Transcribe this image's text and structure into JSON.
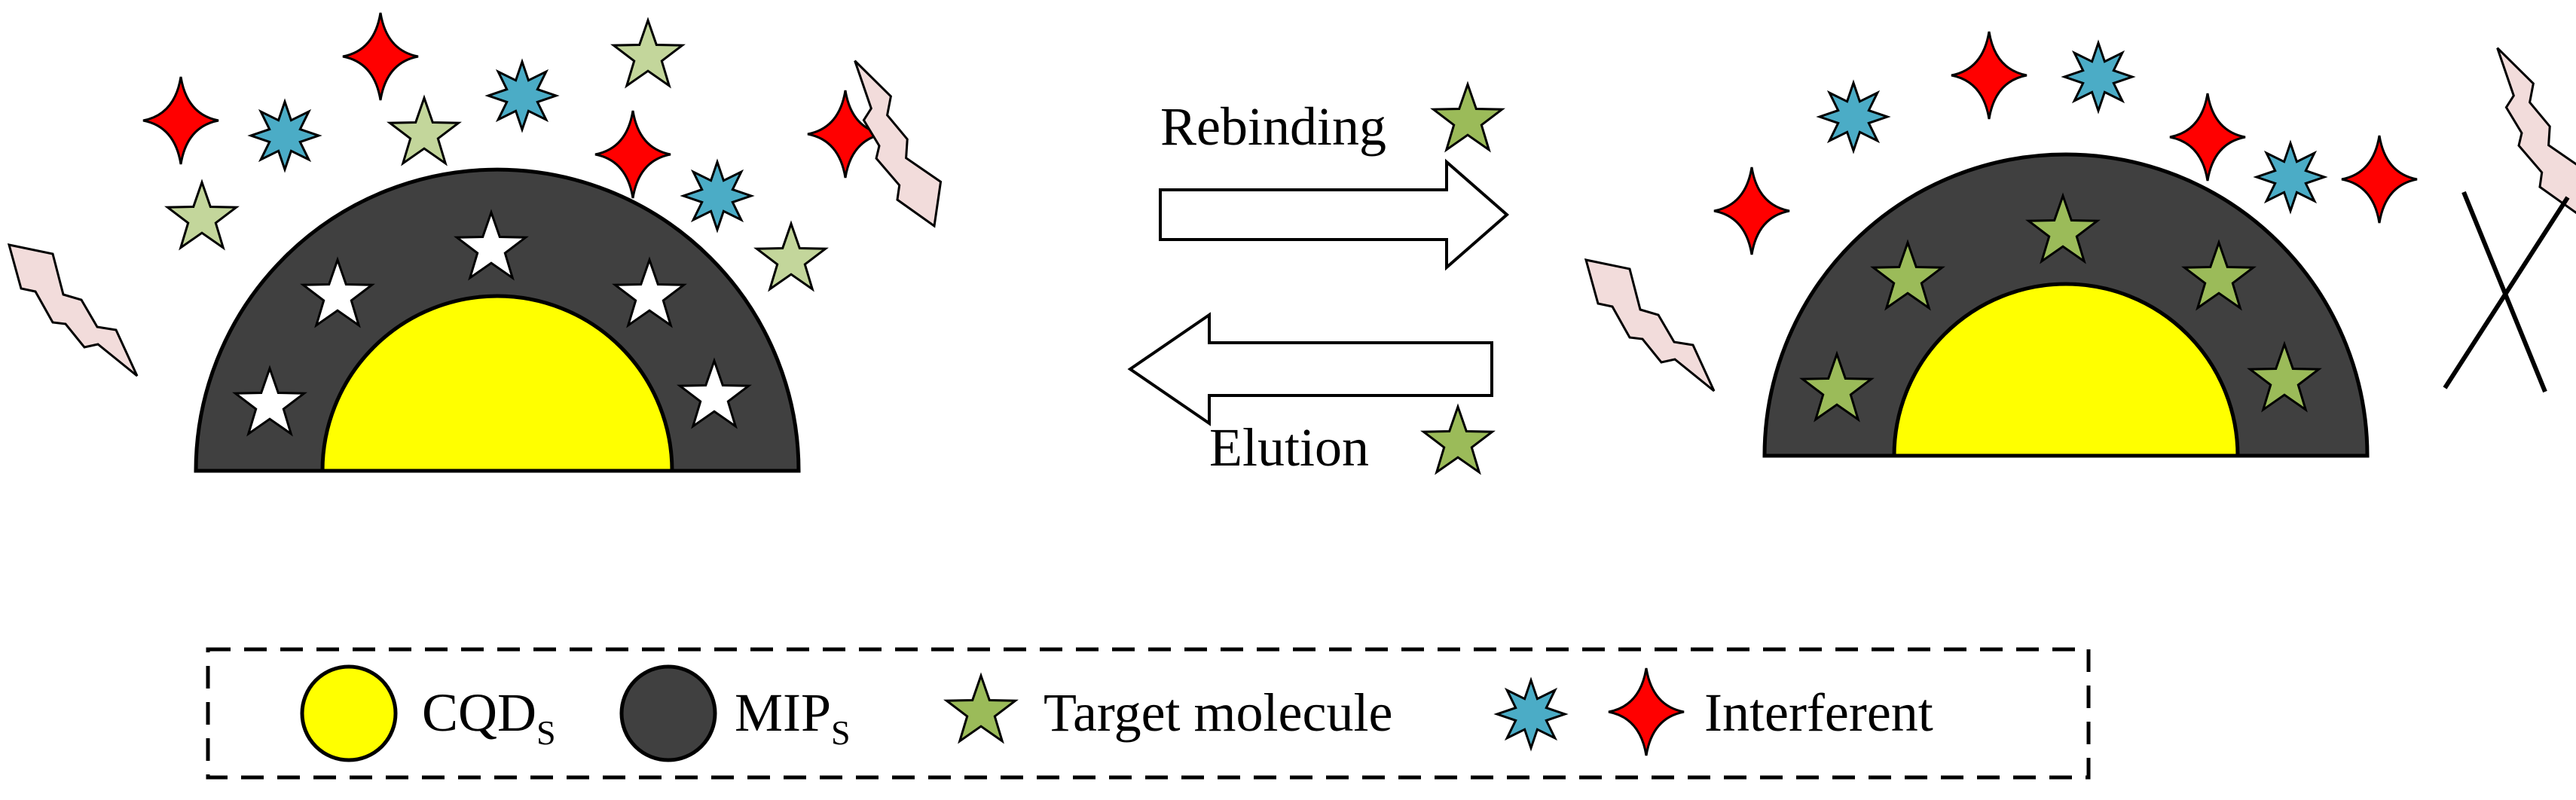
{
  "process": {
    "rebinding_label": "Rebinding",
    "elution_label": "Elution"
  },
  "legend": {
    "cqds_main": "CQD",
    "cqds_sub": "S",
    "mips_main": "MIP",
    "mips_sub": "S",
    "target_label": "Target molecule",
    "interferent_label": "Interferent"
  },
  "colors": {
    "cqd_fill": "#ffff00",
    "mip_fill": "#404040",
    "target_star": "#9bbb59",
    "target_star_pale": "#c3d69b",
    "cavity_star": "#ffffff",
    "interferent_blue": "#4bacc6",
    "interferent_red": "#ff0000",
    "lightning_fill": "#f2dcdb"
  },
  "icons": {
    "target": "five-point-star-icon",
    "interferent_blue": "eight-point-star-icon",
    "interferent_red": "four-point-star-icon",
    "light": "lightning-icon"
  }
}
